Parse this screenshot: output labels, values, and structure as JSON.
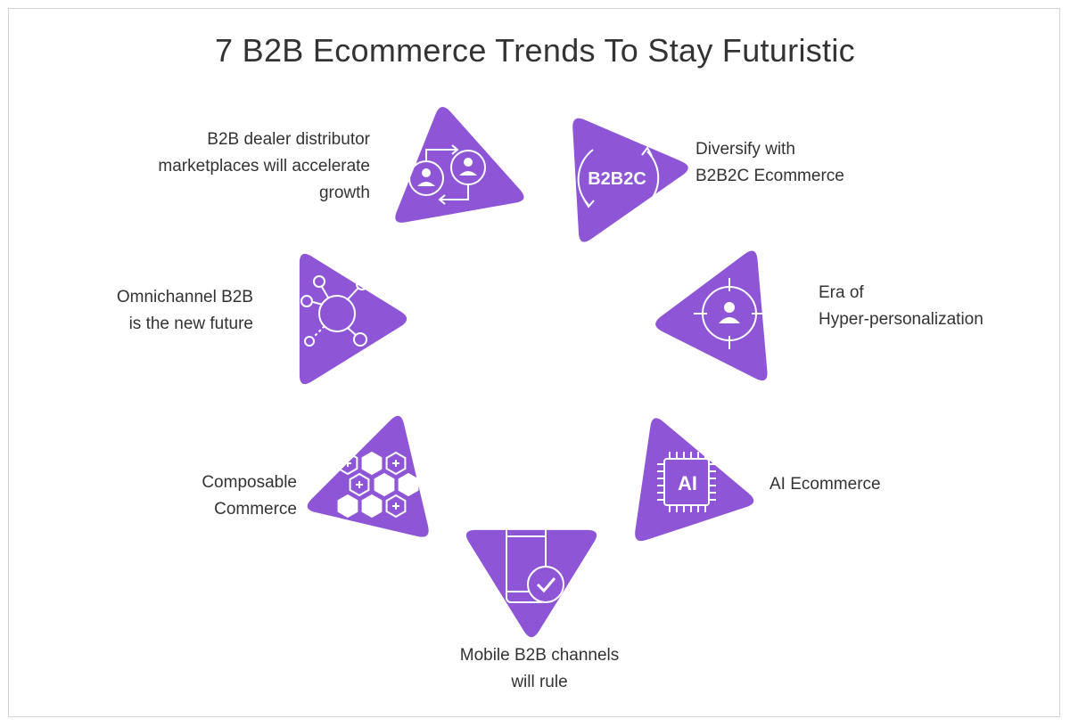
{
  "title": "7 B2B Ecommerce Trends To Stay Futuristic",
  "colors": {
    "accent": "#8e56d6",
    "text": "#333333",
    "icon": "#ffffff"
  },
  "trends": [
    {
      "label": "B2B dealer distributor\nmarketplaces will accelerate\ngrowth",
      "icon": "marketplace-exchange-icon"
    },
    {
      "label": "Diversify with\nB2B2C Ecommerce",
      "icon": "b2b2c-cycle-icon",
      "icon_text": "B2B2C"
    },
    {
      "label": "Era of\nHyper-personalization",
      "icon": "target-user-icon"
    },
    {
      "label": "AI Ecommerce",
      "icon": "ai-chip-icon",
      "icon_text": "AI"
    },
    {
      "label": "Mobile B2B channels\nwill rule",
      "icon": "mobile-check-icon"
    },
    {
      "label": "Composable\nCommerce",
      "icon": "hexagon-cluster-icon"
    },
    {
      "label": "Omnichannel B2B\nis the new future",
      "icon": "omnichannel-network-icon"
    }
  ]
}
